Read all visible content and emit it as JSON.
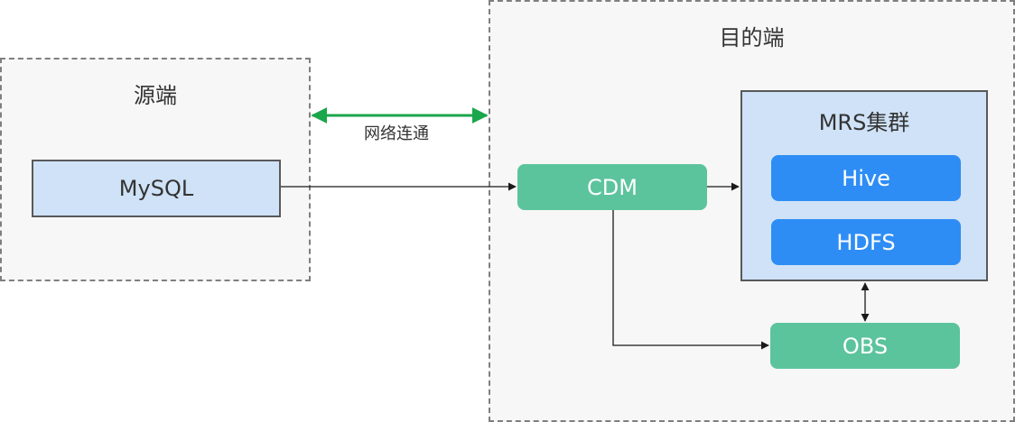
{
  "source": {
    "title": "源端",
    "mysql": "MySQL"
  },
  "target": {
    "title": "目的端",
    "cdm": "CDM",
    "mrs": {
      "title": "MRS集群",
      "hive": "Hive",
      "hdfs": "HDFS"
    },
    "obs": "OBS"
  },
  "connection": {
    "label": "网络连通"
  },
  "colors": {
    "green_node": "#5cc49c",
    "blue_node": "#2e8df5",
    "light_blue_box": "#cfe2f7",
    "network_arrow": "#1aa64a"
  }
}
